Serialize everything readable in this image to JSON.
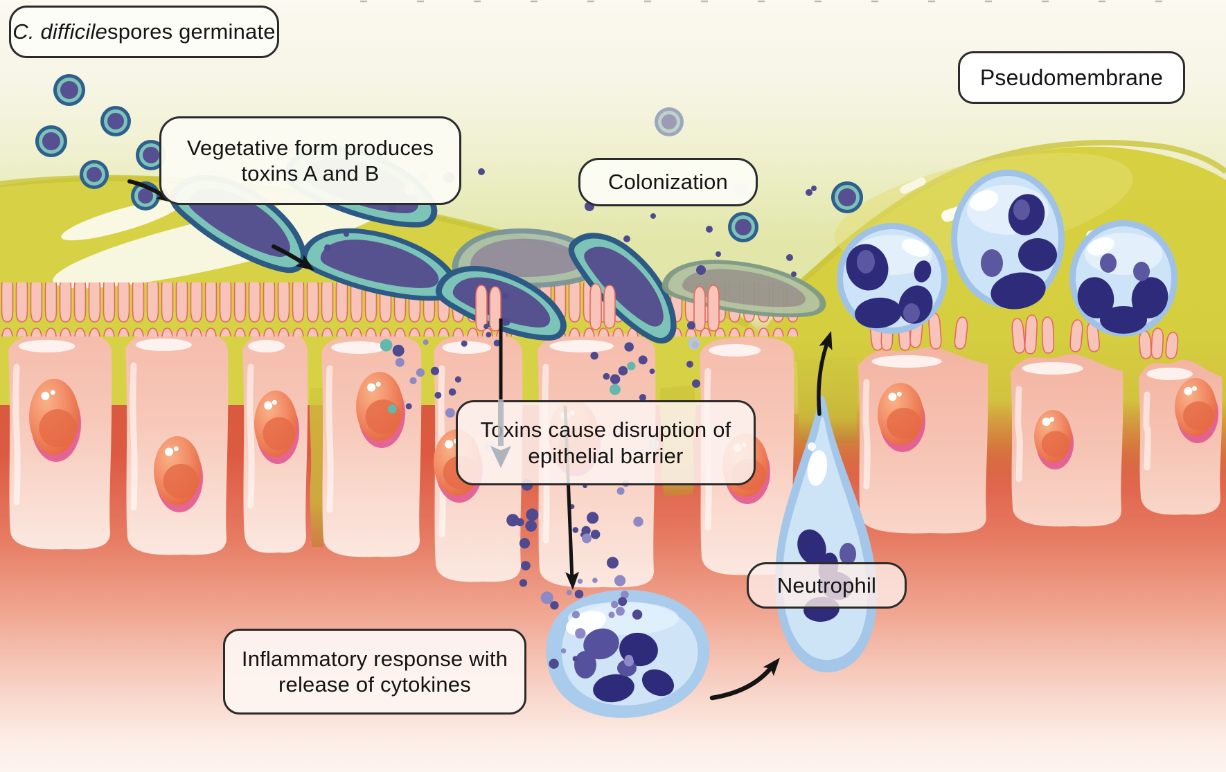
{
  "labels": {
    "spores_germinate": {
      "species": "C. difficile",
      "rest": " spores germinate"
    },
    "vegetative": {
      "line1": "Vegetative form produces",
      "line2": "toxins A and B"
    },
    "colonization": {
      "text": "Colonization"
    },
    "pseudomembrane": {
      "text": "Pseudomembrane"
    },
    "toxins_disruption": {
      "line1": "Toxins cause disruption of",
      "line2": "epithelial barrier"
    },
    "neutrophil": {
      "text": "Neutrophil"
    },
    "inflammatory": {
      "line1": "Inflammatory response with",
      "line2": "release of cytokines"
    }
  },
  "colors": {
    "background_cream": "#f8f6e9",
    "mucus_yellow": "#d7d145",
    "pseudomembrane_yellow": "#d6d041",
    "epithelial_pink": "#f7c5b5",
    "nucleus_orange": "#ee7a4f",
    "lamina_propria_red": "#dd5a42",
    "bacterium_purple": "#56518f",
    "bacterium_teal": "#7cc4b8",
    "bacterium_navy": "#2c5a85",
    "spore_purple": "#565093",
    "neutrophil_body_blue": "#cde4f8",
    "neutrophil_rim_blue": "#9fc2e6",
    "neutrophil_nucleus_navy": "#2e2c7a",
    "toxin_dot_purple": "#4f4a90",
    "toxin_dot_teal": "#62b8ac",
    "label_border": "#2b2b2b",
    "label_text": "#141414",
    "arrow_black": "#141414"
  }
}
